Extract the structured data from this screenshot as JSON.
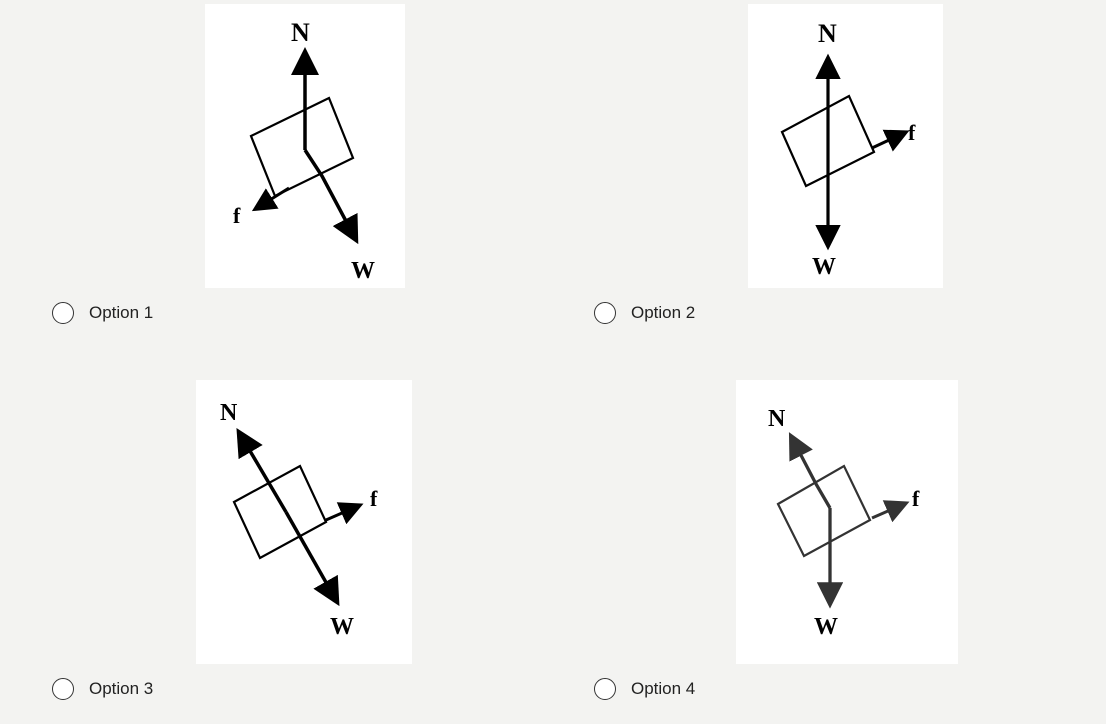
{
  "options": [
    {
      "label": "Option 1",
      "forces": {
        "normal": "N",
        "friction": "f",
        "weight": "W"
      }
    },
    {
      "label": "Option 2",
      "forces": {
        "normal": "N",
        "friction": "f",
        "weight": "W"
      }
    },
    {
      "label": "Option 3",
      "forces": {
        "normal": "N",
        "friction": "f",
        "weight": "W"
      }
    },
    {
      "label": "Option 4",
      "forces": {
        "normal": "N",
        "friction": "f",
        "weight": "W"
      }
    }
  ]
}
